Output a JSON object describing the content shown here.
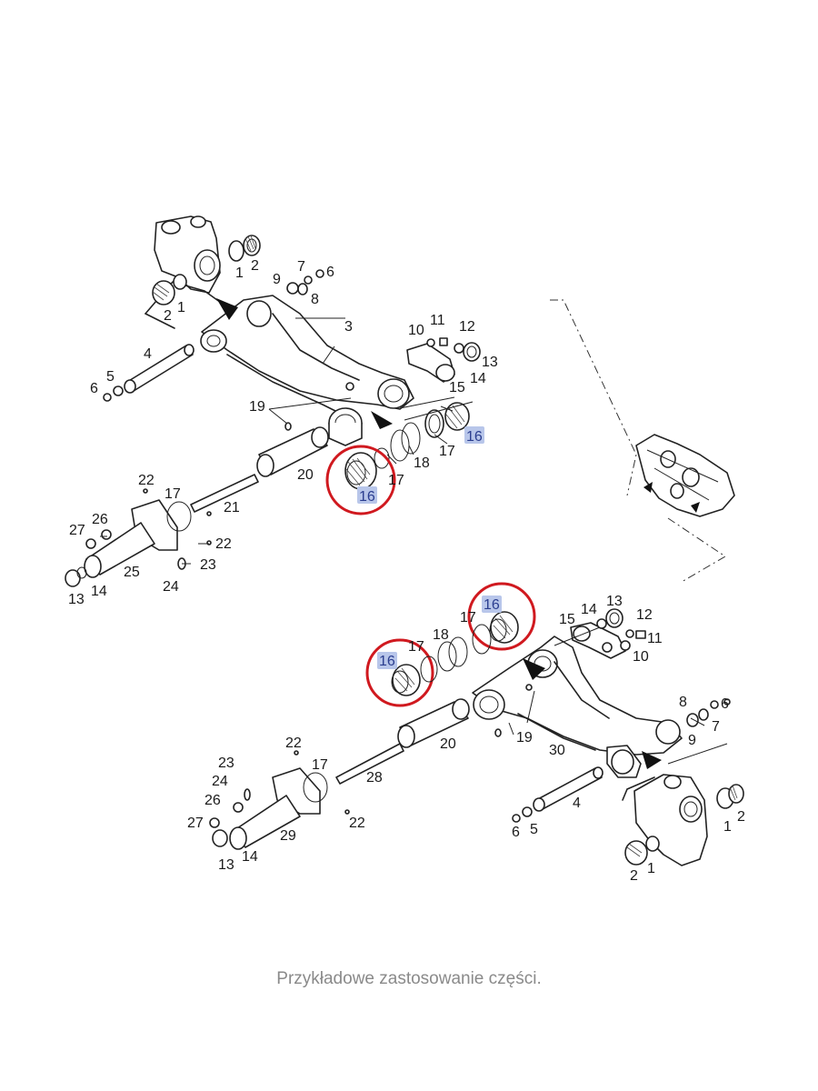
{
  "caption": "Przykładowe zastosowanie części.",
  "highlight_color": "#b8c6ea",
  "ring_color": "#d0191f",
  "upper_assembly": {
    "labels": [
      "1",
      "2",
      "2",
      "1",
      "7",
      "6",
      "9",
      "8",
      "3",
      "4",
      "5",
      "6",
      "10",
      "11",
      "12",
      "13",
      "14",
      "15",
      "16",
      "17",
      "18",
      "17",
      "16",
      "19",
      "20",
      "21",
      "22",
      "17",
      "26",
      "27",
      "22",
      "23",
      "25",
      "24",
      "13",
      "14"
    ]
  },
  "lower_assembly": {
    "labels": [
      "16",
      "17",
      "18",
      "17",
      "16",
      "15",
      "14",
      "13",
      "12",
      "11",
      "10",
      "19",
      "20",
      "30",
      "8",
      "6",
      "7",
      "9",
      "22",
      "17",
      "28",
      "23",
      "24",
      "26",
      "27",
      "29",
      "22",
      "13",
      "14",
      "4",
      "5",
      "6",
      "1",
      "2",
      "2",
      "1"
    ]
  }
}
